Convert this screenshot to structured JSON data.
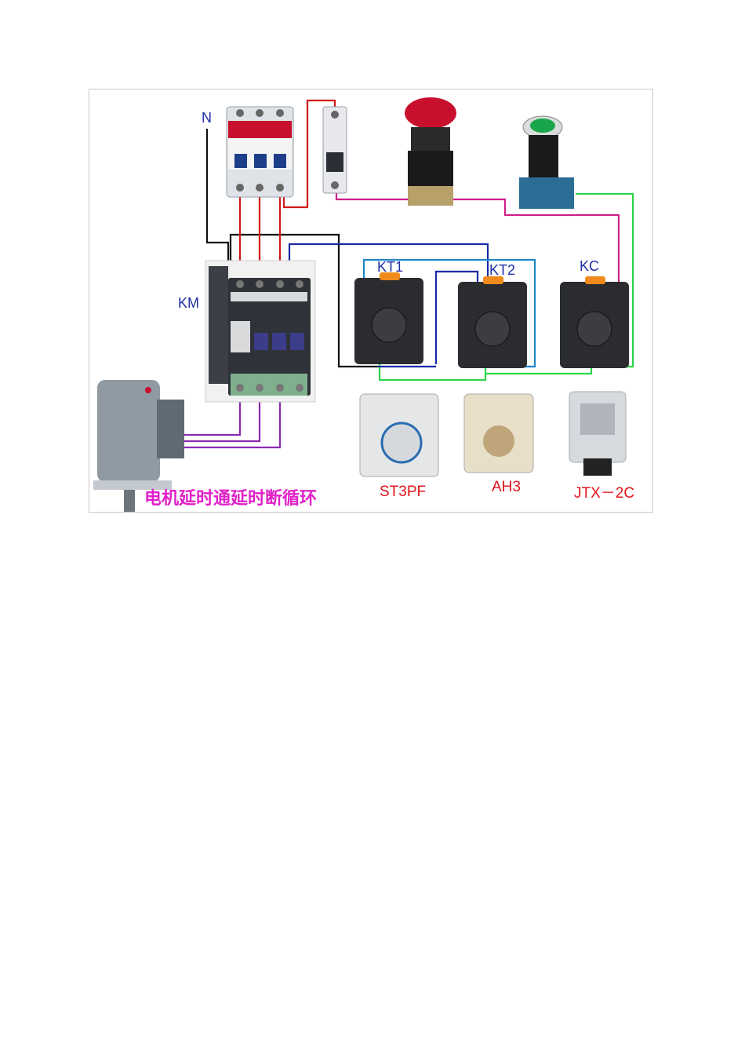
{
  "figure": {
    "labels": {
      "neutral": "N",
      "contactor": "KM",
      "timer1": "KT1",
      "timer2": "KT2",
      "relay": "KC"
    },
    "products": {
      "timer_a": "ST3PF",
      "timer_b": "AH3",
      "relay": "JTX－2C"
    },
    "caption": "电机延时通延时断循环",
    "wire_colors": {
      "black": "#111111",
      "red": "#d01818",
      "magenta": "#d0208a",
      "purple": "#8a2ab0",
      "blue": "#1a2aa8",
      "cyan": "#1e86c8",
      "green": "#2ad64a"
    }
  }
}
